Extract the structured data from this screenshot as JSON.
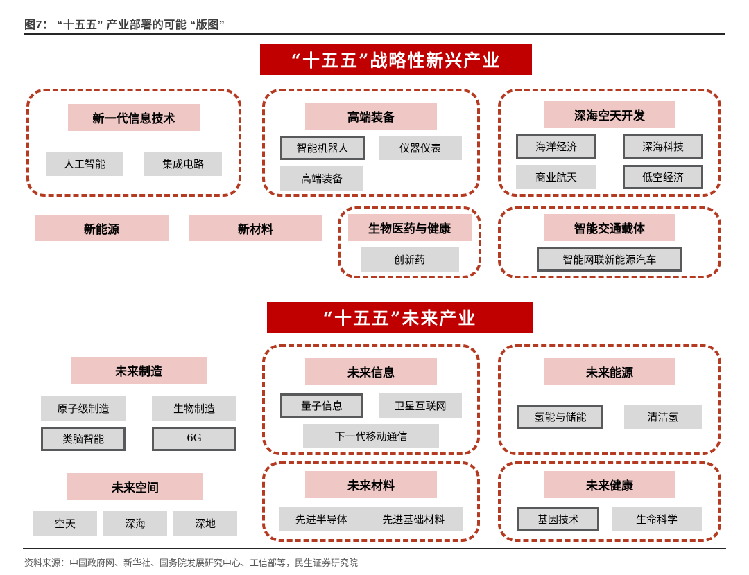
{
  "page": {
    "title": "图7： “十五五” 产业部署的可能 “版图”",
    "source": "资料来源：中国政府网、新华社、国务院发展研究中心、工信部等，民生证券研究院"
  },
  "banners": {
    "strategic": "“十五五”战略性新兴产业",
    "future": "“十五五”未来产业"
  },
  "colors": {
    "banner_red": "#c00000",
    "header_pink": "#efc7c5",
    "item_gray": "#d9d9d9",
    "dashed_border_red": "#b43a21",
    "emphasis_border_gray": "#58595b"
  },
  "sections": {
    "next_gen_it": {
      "header": "新一代信息技术",
      "items": {
        "ai": "人工智能",
        "ic": "集成电路"
      }
    },
    "high_end_equipment": {
      "header": "高端装备",
      "items": {
        "robots": "智能机器人",
        "instruments": "仪器仪表",
        "equipment": "高端装备"
      }
    },
    "deep_sea_space": {
      "header": "深海空天开发",
      "items": {
        "ocean": "海洋经济",
        "deep_sea_tech": "深海科技",
        "commercial_space": "商业航天",
        "low_altitude": "低空经济"
      }
    },
    "new_energy": {
      "header": "新能源"
    },
    "new_materials": {
      "header": "新材料"
    },
    "biomedicine": {
      "header": "生物医药与健康",
      "items": {
        "innovative_drugs": "创新药"
      }
    },
    "intelligent_transport": {
      "header": "智能交通载体",
      "items": {
        "icv_nev": "智能网联新能源汽车"
      }
    },
    "future_manufacturing": {
      "header": "未来制造",
      "items": {
        "atomic": "原子级制造",
        "bio": "生物制造",
        "brain": "类脑智能",
        "six_g": "6G"
      }
    },
    "future_information": {
      "header": "未来信息",
      "items": {
        "quantum": "量子信息",
        "satellite": "卫星互联网",
        "next_gen_mobile": "下一代移动通信"
      }
    },
    "future_energy": {
      "header": "未来能源",
      "items": {
        "hydrogen_storage": "氢能与储能",
        "clean_hydrogen": "清洁氢"
      }
    },
    "future_space": {
      "header": "未来空间",
      "items": {
        "aerospace": "空天",
        "deep_sea": "深海",
        "deep_earth": "深地"
      }
    },
    "future_materials": {
      "header": "未来材料",
      "items": {
        "adv_semiconductor": "先进半导体",
        "adv_basic": "先进基础材料"
      }
    },
    "future_health": {
      "header": "未来健康",
      "items": {
        "gene_tech": "基因技术",
        "life_science": "生命科学"
      }
    }
  }
}
